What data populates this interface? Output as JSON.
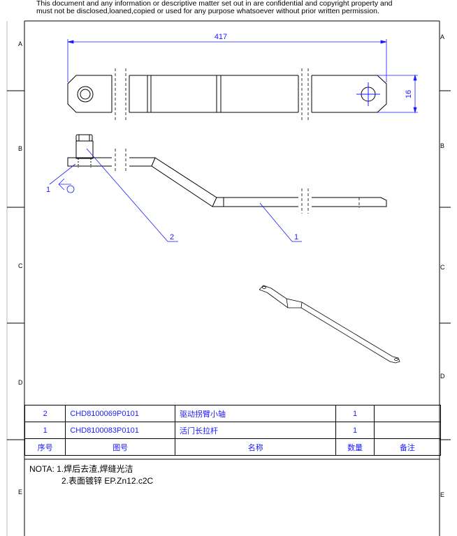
{
  "disclaimer": {
    "line1": "This document and any information or descriptive matter set out in are confidential and copyright property and",
    "line2": "must not be disclosed,loaned,copied or used for any purpose whatsoever without prior written permission."
  },
  "zones": {
    "left": [
      "A",
      "B",
      "C",
      "D",
      "E"
    ],
    "right": [
      "A",
      "B",
      "C",
      "D",
      "E"
    ]
  },
  "dimensions": {
    "length": "417",
    "width": "16"
  },
  "balloons": {
    "weld_symbol": "1",
    "part2": "2",
    "part1": "1"
  },
  "bom": {
    "rows": [
      {
        "no": "2",
        "code": "CHD8100069P0101",
        "name": "驱动拐臂小轴",
        "qty": "1",
        "remark": ""
      },
      {
        "no": "1",
        "code": "CHD8100083P0101",
        "name": "活门长拉杆",
        "qty": "1",
        "remark": ""
      }
    ],
    "header": {
      "no": "序号",
      "code": "图号",
      "name": "名称",
      "qty": "数量",
      "remark": "备注"
    }
  },
  "notes": {
    "label": "NOTA:",
    "item1": "1.焊后去渣,焊缝光洁",
    "item2": "2.表面镀锌 EP.Zn12.c2C"
  },
  "colors": {
    "line": "#000000",
    "dimension": "#1a1aff"
  }
}
